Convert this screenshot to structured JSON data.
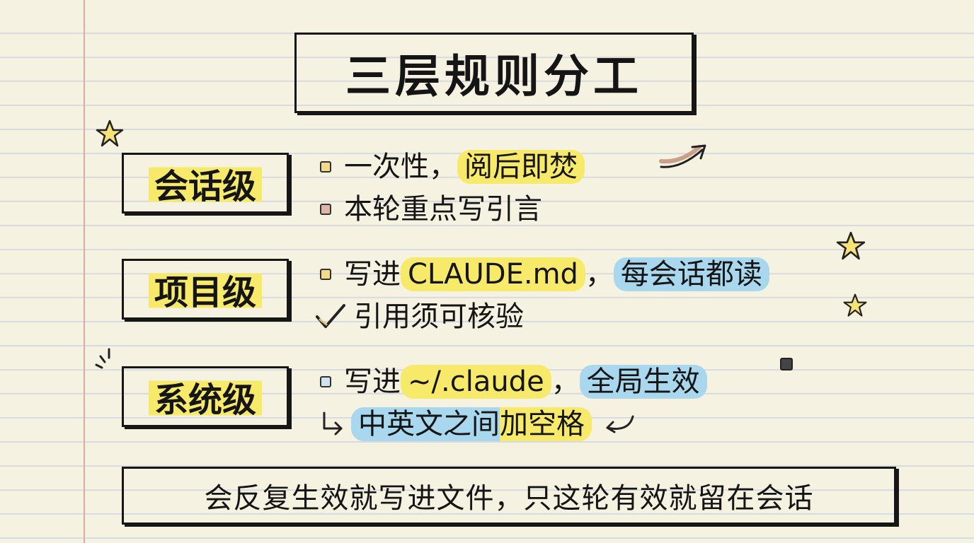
{
  "title": "三层规则分工",
  "levels": [
    {
      "label": "会话级",
      "line1": {
        "prefix": "一次性，",
        "highlight": "阅后即焚"
      },
      "line2": {
        "text": "本轮重点写引言"
      }
    },
    {
      "label": "项目级",
      "line1": {
        "prefix": "写进",
        "highlight1": "CLAUDE.md",
        "middle": "，",
        "highlight2": "每会话都读"
      },
      "line2": {
        "text": "引用须可核验"
      }
    },
    {
      "label": "系统级",
      "line1": {
        "prefix": "写进",
        "highlight1": "~/.claude",
        "middle": "，",
        "highlight2": "全局生效"
      },
      "line2": {
        "blue": "中英文之间",
        "yellow": "加空格"
      }
    }
  ],
  "footer": "会反复生效就写进文件，只这轮有效就留在会话",
  "icons": {
    "check": "checkmark-icon",
    "hook_arrow": "hook-arrow-icon",
    "curved_arrow": "curved-arrow-icon",
    "star": "star-icon"
  },
  "colors": {
    "paper": "#f6f2e2",
    "highlight_yellow": "#f7ea6a",
    "highlight_blue": "#a9d8ee",
    "margin_red": "#e9a3a3",
    "ink": "#151515"
  }
}
